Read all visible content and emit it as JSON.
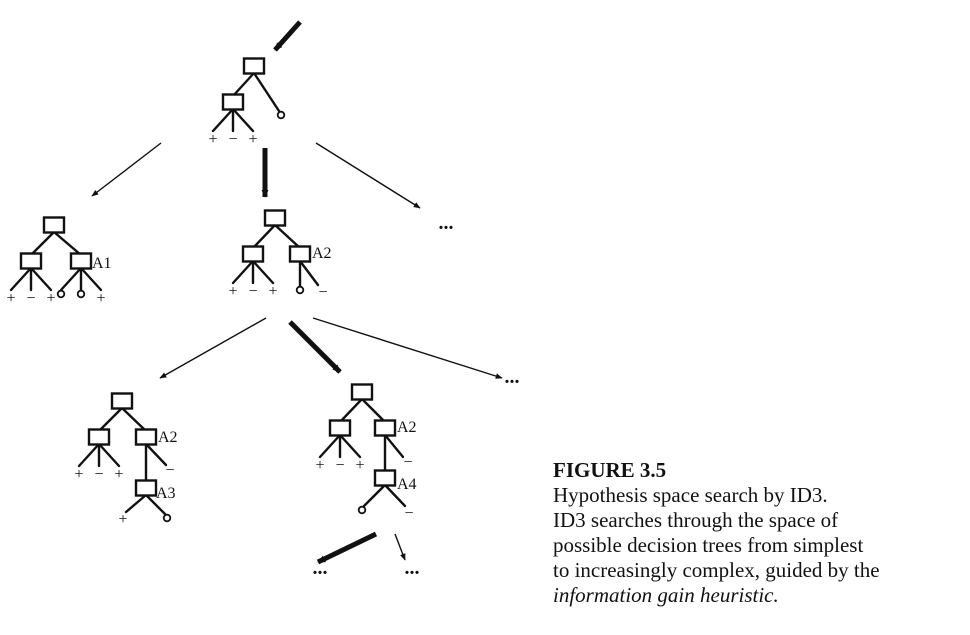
{
  "caption": {
    "title": "FIGURE 3.5",
    "lines": [
      "Hypothesis space search by ID3.",
      "ID3 searches through the space of",
      "possible decision trees from simplest",
      "to increasingly complex, guided by the"
    ],
    "italic_line": "information gain heuristic."
  },
  "symbols": {
    "plus": "+",
    "minus": "−",
    "ellipsis": "..."
  },
  "node_labels": {
    "a1": "A1",
    "a2": "A2",
    "a3": "A3",
    "a4": "A4"
  },
  "colors": {
    "ink": "#111111",
    "background": "#ffffff"
  }
}
